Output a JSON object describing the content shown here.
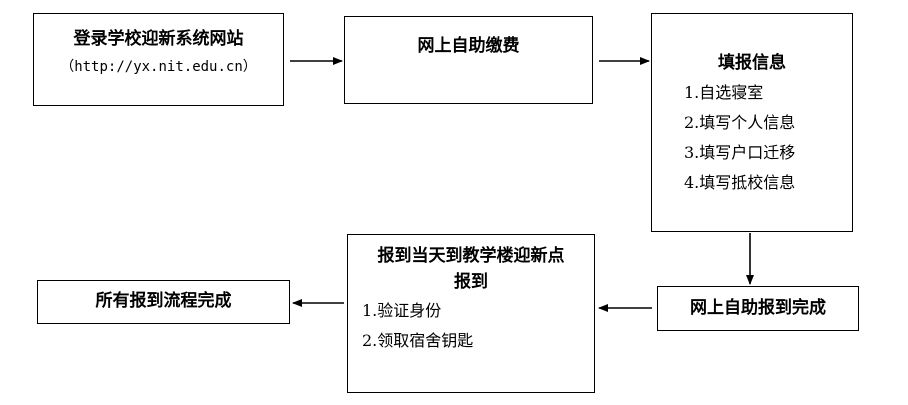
{
  "steps": {
    "login": {
      "title": "登录学校迎新系统网站",
      "url": "（http://yx.nit.edu.cn）"
    },
    "payment": {
      "title": "网上自助缴费"
    },
    "info": {
      "title": "填报信息",
      "items": [
        "1.自选寝室",
        "2.填写个人信息",
        "3.填写户口迁移",
        "4.填写抵校信息"
      ]
    },
    "online_done": {
      "title": "网上自助报到完成"
    },
    "onsite": {
      "title_line1": "报到当天到教学楼迎新点",
      "title_line2": "报到",
      "items": [
        "1.验证身份",
        "2.领取宿舍钥匙"
      ]
    },
    "all_done": {
      "title": "所有报到流程完成"
    }
  }
}
